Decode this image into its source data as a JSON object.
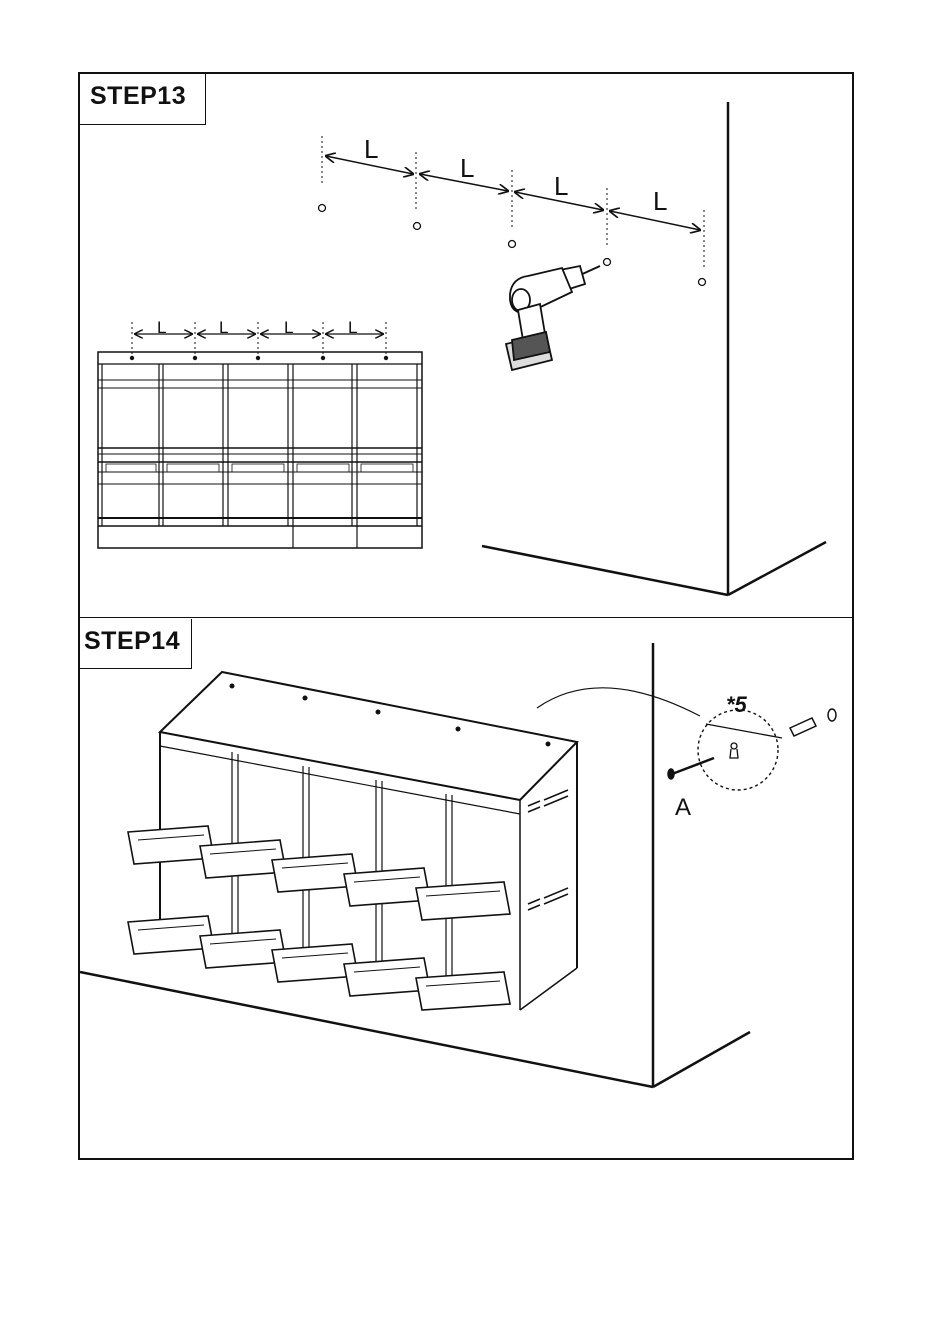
{
  "steps": [
    {
      "title": "STEP13",
      "spacing_label": "L",
      "spacing_label_count": 4,
      "overview_spacing_label": "L"
    },
    {
      "title": "STEP14",
      "quantity": "*5",
      "part_label": "A"
    }
  ]
}
